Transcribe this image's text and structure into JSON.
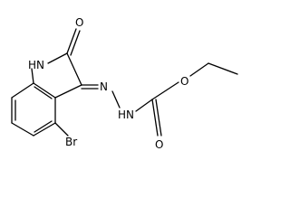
{
  "molecule": {
    "atoms": {
      "carbonyl_oxygen": "O",
      "ring_nitrogen": "HN",
      "hydrazone_nitrogen": "N",
      "hydrazide_nitrogen": "HN",
      "bromine": "Br",
      "carbamate_carbonyl_oxygen": "O",
      "ester_oxygen": "O"
    }
  },
  "colors": {
    "bond": "#000000",
    "label": "#000000",
    "background": "#ffffff"
  }
}
